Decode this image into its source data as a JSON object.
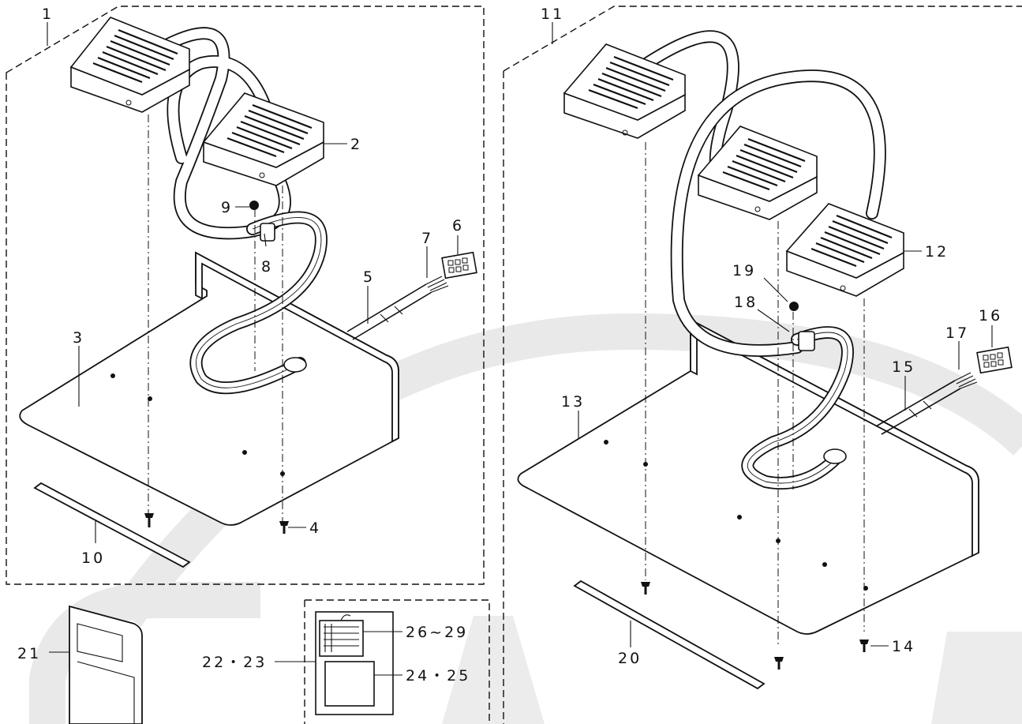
{
  "callouts": {
    "c1": "1",
    "c2": "2",
    "c3": "3",
    "c4": "4",
    "c5": "5",
    "c6": "6",
    "c7": "7",
    "c8": "8",
    "c9": "9",
    "c10": "10",
    "c11": "11",
    "c12": "12",
    "c13": "13",
    "c14": "14",
    "c15": "15",
    "c16": "16",
    "c17": "17",
    "c18": "18",
    "c19": "19",
    "c20": "20",
    "c21": "21",
    "c22": "22・23",
    "c24": "24・25",
    "c26": "26~29"
  },
  "colors": {
    "ink": "#111111",
    "paper": "#ffffff",
    "watermark": "#e9e9e9"
  }
}
